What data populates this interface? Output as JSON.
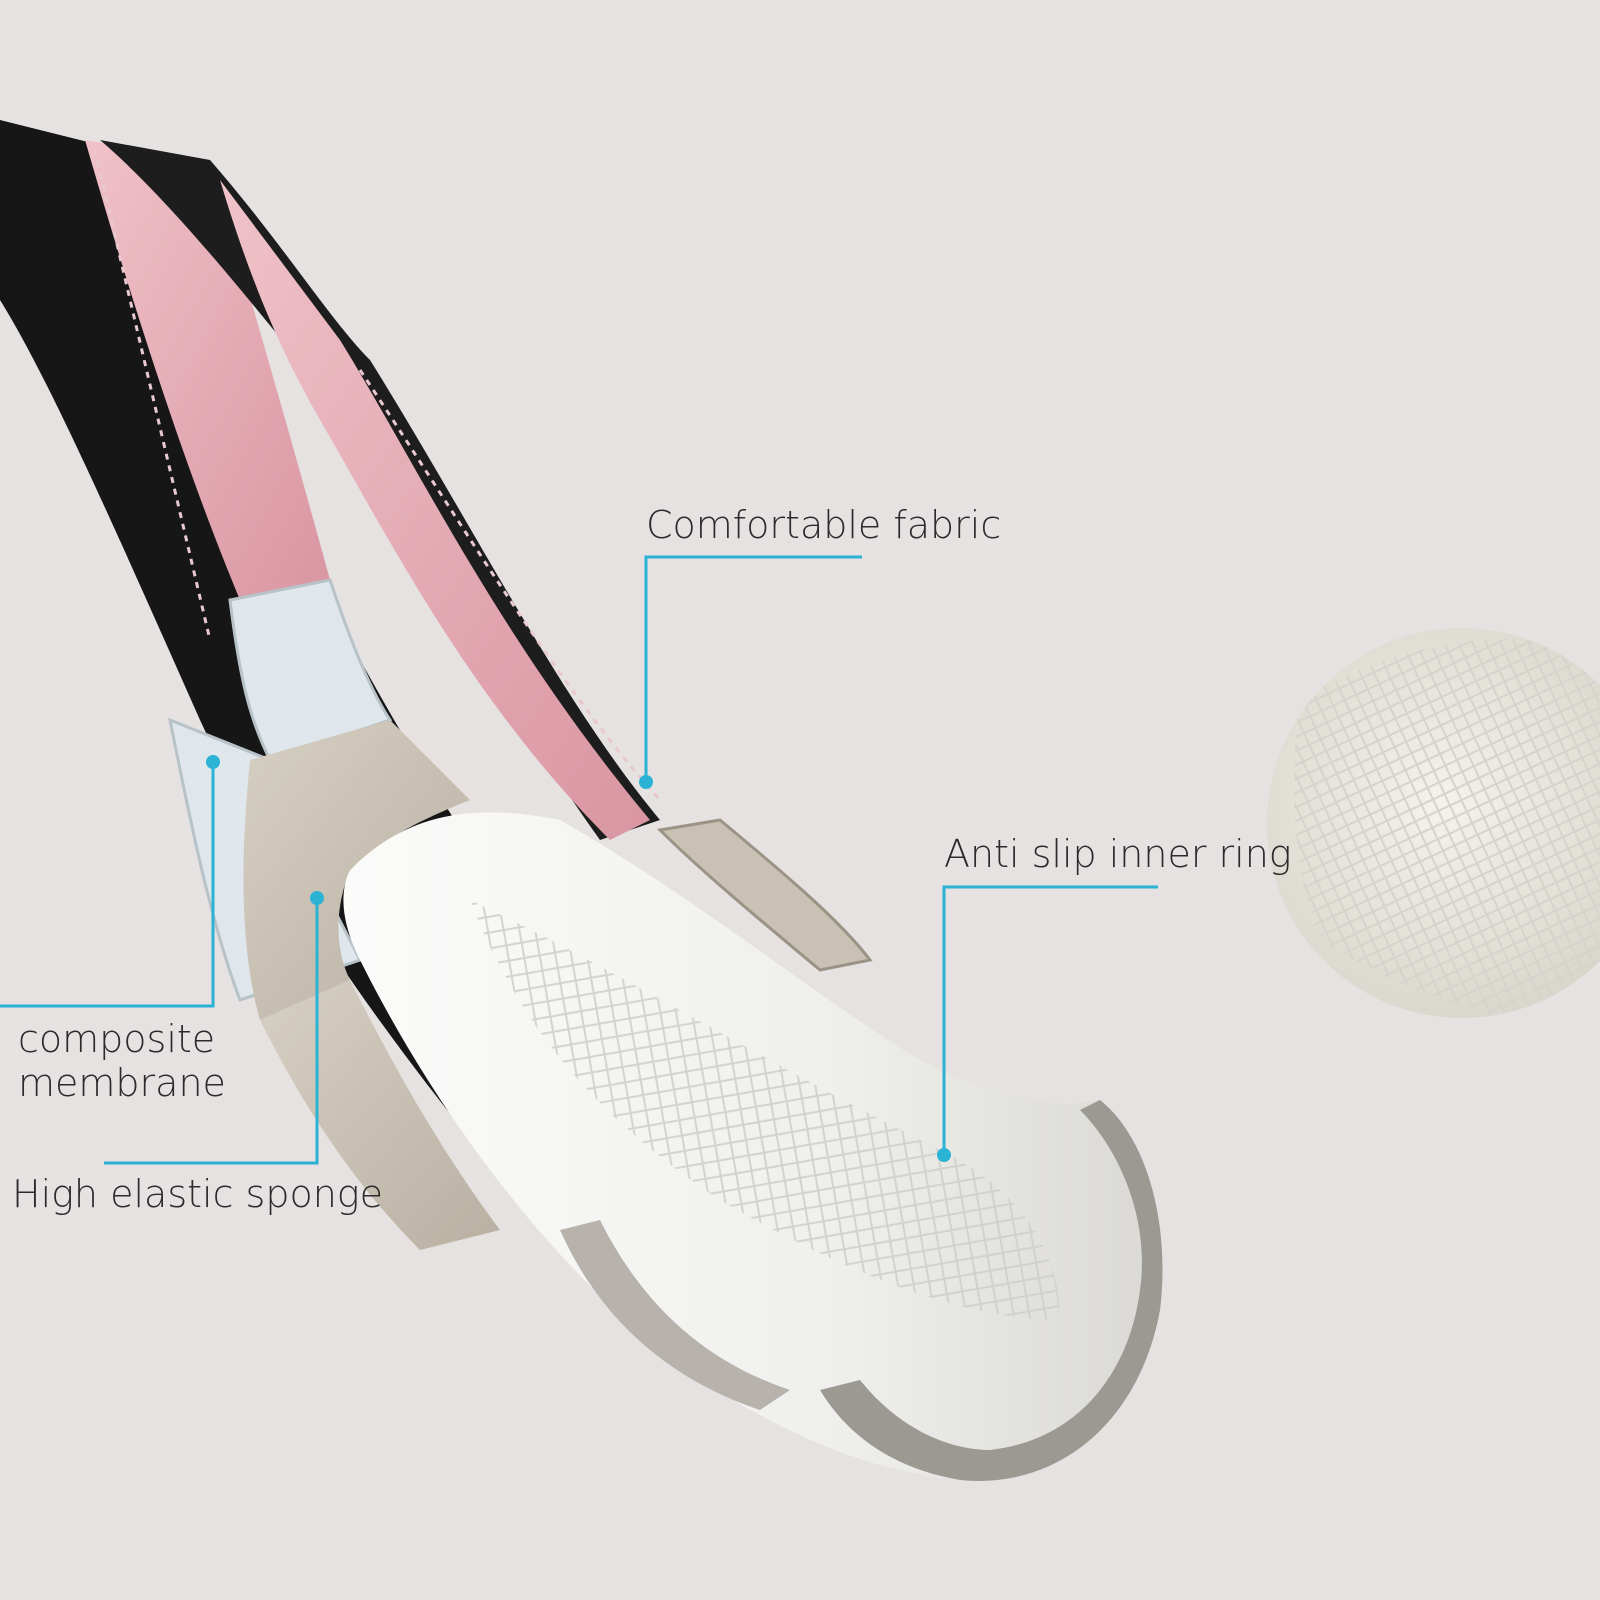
{
  "labels": {
    "comfortable_fabric": "Comfortable fabric",
    "anti_slip_inner_ring": "Anti slip inner ring",
    "composite_membrane": "composite membrane",
    "high_elastic_sponge": "High elastic sponge"
  },
  "colors": {
    "background": "#e6e2e1",
    "leather_black": "#161616",
    "leather_pink": "#e7aeb7",
    "stitching": "#e9c9cf",
    "membrane": "#dfe7ec",
    "sponge": "#c9c1b4",
    "inner_ring": "#ededec",
    "callout": "#2bb3d6",
    "text": "#2b2b2b"
  }
}
